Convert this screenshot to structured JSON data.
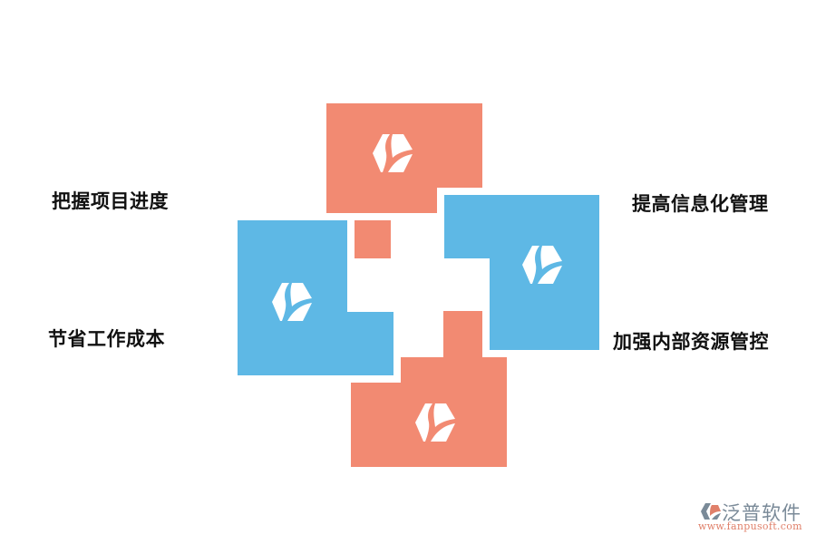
{
  "colors": {
    "coral": "#f28a72",
    "blue": "#5eb8e5",
    "label_text": "#111111",
    "icon": "#ffffff"
  },
  "diagram": {
    "type": "four interlocking blocks",
    "blocks": [
      {
        "id": "top",
        "color": "coral",
        "icon": "brand-hexagon-icon"
      },
      {
        "id": "left",
        "color": "blue",
        "icon": "brand-hexagon-icon"
      },
      {
        "id": "right",
        "color": "blue",
        "icon": "brand-hexagon-icon"
      },
      {
        "id": "bottom",
        "color": "coral",
        "icon": "brand-hexagon-icon"
      }
    ]
  },
  "labels": {
    "top_left": "把握项目进度",
    "bottom_left": "节省工作成本",
    "top_right": "提高信息化管理",
    "bottom_right": "加强内部资源管控"
  },
  "brand": {
    "name": "泛普软件",
    "url": "www.fanpusoft.com",
    "logo_icon": "fanpu-logo-icon"
  }
}
